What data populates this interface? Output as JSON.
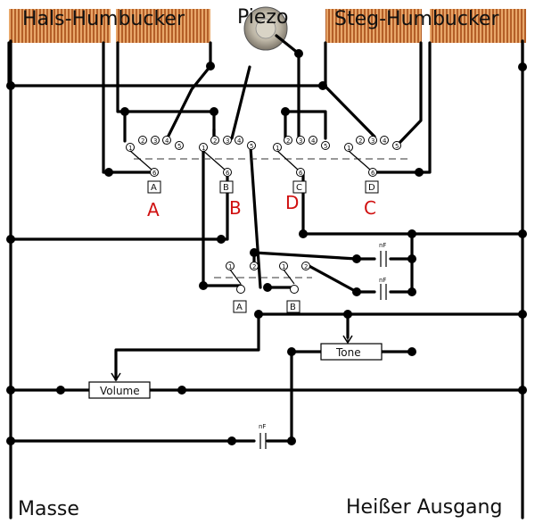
{
  "labels": {
    "neck_humbucker": "Hals-Humbucker",
    "piezo": "Piezo",
    "bridge_humbucker": "Steg-Humbucker",
    "ground": "Masse",
    "hot_output": "Heißer Ausgang",
    "volume": "Volume",
    "tone": "Tone",
    "cap_unit": "nF"
  },
  "sections": [
    "A",
    "B",
    "D",
    "C"
  ],
  "switch_boxes": {
    "upper": [
      "A",
      "B",
      "C",
      "D"
    ],
    "lower": [
      "A",
      "B"
    ]
  },
  "contacts": {
    "switch_a": [
      "1",
      "2",
      "3",
      "4",
      "5",
      "6"
    ],
    "switch_b": [
      "1",
      "2",
      "3",
      "4",
      "5",
      "6"
    ],
    "switch_c": [
      "1",
      "2",
      "3",
      "4",
      "5",
      "6"
    ],
    "switch_d": [
      "1",
      "2",
      "3",
      "4",
      "5",
      "6"
    ],
    "lower_a": [
      "1",
      "2"
    ],
    "lower_b": [
      "1",
      "2"
    ]
  },
  "colors": {
    "coil_copper": "#c9783a",
    "section_red": "#d01010",
    "wire": "#000000"
  }
}
